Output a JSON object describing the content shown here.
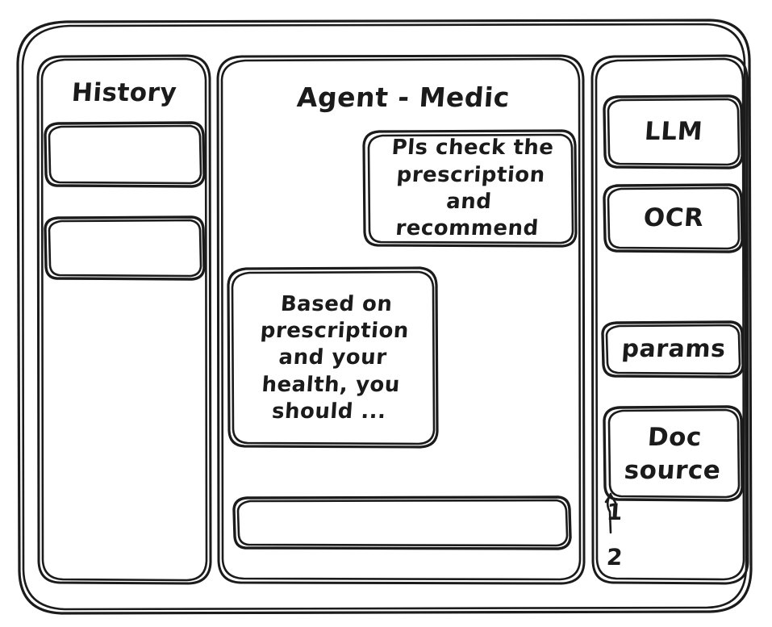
{
  "window": {
    "name": "agent-medic-wireframe",
    "background": "#ffffff",
    "stroke_color": "#1b1b1b",
    "style": "hand-drawn-wireframe"
  },
  "left_panel": {
    "title": "History",
    "items": [
      {
        "label": "",
        "name": "history-entry-1"
      },
      {
        "label": "",
        "name": "history-entry-2"
      }
    ]
  },
  "center_panel": {
    "title": "Agent - Medic",
    "messages": [
      {
        "role": "user",
        "align": "right",
        "text": "Pls check the\nprescription\nand recommend"
      },
      {
        "role": "agent",
        "align": "left",
        "text": "Based on\nprescription\nand your\nhealth, you\nshould ..."
      }
    ],
    "composer": {
      "value": "",
      "placeholder": ""
    }
  },
  "right_panel": {
    "buttons": [
      {
        "label": "LLM",
        "name": "llm-button"
      },
      {
        "label": "OCR",
        "name": "ocr-button"
      },
      {
        "label": "params",
        "name": "params-button"
      },
      {
        "label": "Doc\nsource",
        "name": "doc-source-button"
      }
    ],
    "references": [
      {
        "label": "1"
      },
      {
        "label": "2"
      }
    ]
  }
}
